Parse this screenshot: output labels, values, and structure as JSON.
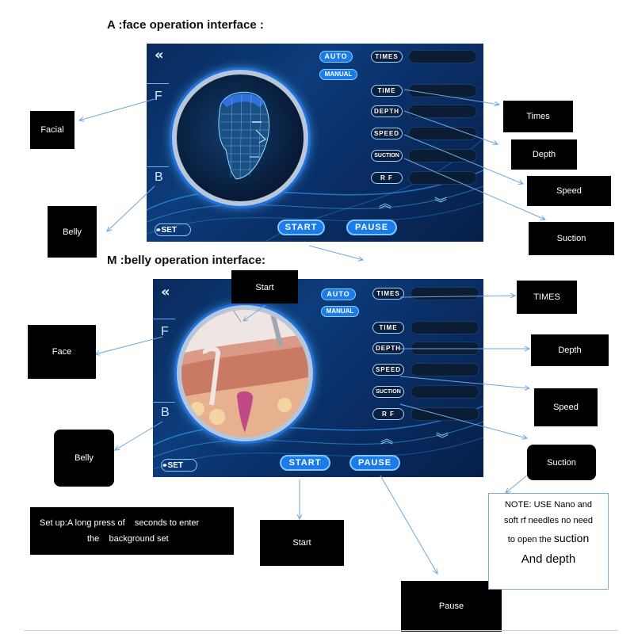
{
  "titles": {
    "face": "A :face operation interface :",
    "belly": "M :belly operation interface:"
  },
  "panel": {
    "back_icon": "«",
    "letter_f": "F",
    "letter_b": "B",
    "auto": "AUTO",
    "manual": "MANUAL",
    "params": [
      "TIMES",
      "TIME",
      "DEPTH",
      "SPEED",
      "SUCTION",
      "R F"
    ],
    "up_icon": "︽",
    "down_icon": "︾",
    "set": "SET",
    "start": "START",
    "pause": "PAUSE"
  },
  "face_labels": {
    "facial": "Facial",
    "belly": "Belly",
    "times": "Times",
    "depth": "Depth",
    "speed": "Speed",
    "suction": "Suction"
  },
  "belly_labels": {
    "start_top": "Start",
    "face": "Face",
    "belly": "Belly",
    "times": "TIMES",
    "depth": "Depth",
    "speed": "Speed",
    "suction": "Suction",
    "setup_line1": "Set up:A long press of    seconds to enter",
    "setup_line2": "the    background set",
    "start": "Start",
    "pause": "Pause"
  },
  "note": {
    "line1": "NOTE: USE Nano and",
    "line2": "soft rf needles no need",
    "line3_a": "to open the ",
    "line3_b": "suction",
    "line4": "And depth"
  },
  "colors": {
    "accent_blue": "#1b7be8",
    "panel_dark": "#0a2a5c",
    "arrow": "#6fa8dc"
  }
}
